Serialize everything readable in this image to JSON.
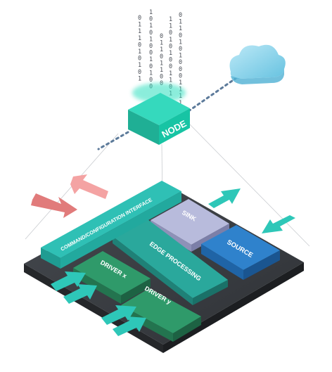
{
  "node": {
    "label": "NODE"
  },
  "platform": {
    "command_interface": "COMMAND/CONFIGURATION INTERFACE",
    "sink": "SINK",
    "source": "SOURCE",
    "edge_processing": "EDGE PROCESSING",
    "driver_x": "DRIVER x",
    "driver_y": "DRIVER y"
  },
  "binary_streams": [
    "0111010101",
    "101010010100",
    "01101100",
    "110101001101",
    "01101010001111"
  ],
  "colors": {
    "node": "#21c2a6",
    "command_interface": "#25b8ae",
    "edge_processing": "#25a89c",
    "driver": "#2f8f64",
    "sink": "#a8abcf",
    "source": "#2f7fc9",
    "base": "#3c3f44",
    "red_arrow": "#e88888",
    "teal_arrow": "#2ec7b8",
    "cloud": "#7ccde6",
    "stream_dots": "#1ec7a8"
  },
  "icons": [
    "cloud-icon",
    "bidirectional-arrow-icon",
    "arrow-icon"
  ]
}
